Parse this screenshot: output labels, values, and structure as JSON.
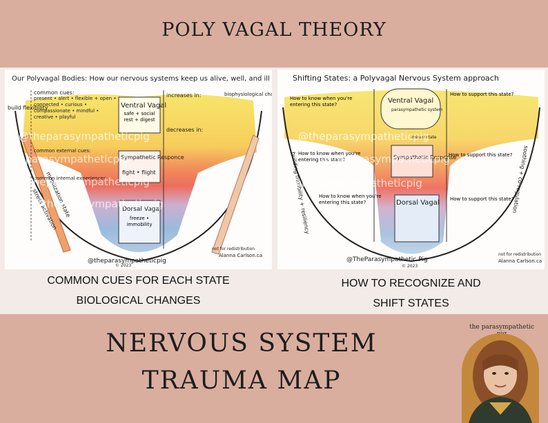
{
  "header": {
    "title": "POLY VAGAL THEORY"
  },
  "left_card": {
    "title": "Our Polyvagal Bodies: How our nervous systems keep us alive, well, and ill",
    "build_flexibility": "build flexibility",
    "stress_activation": "stress activation",
    "mobilization_state": "mobilization state",
    "ventral": {
      "name": "Ventral Vagal",
      "desc": "safe + social rest + digest"
    },
    "sympathetic": {
      "name": "Sympathetic Responce",
      "desc": "fight • flight"
    },
    "dorsal": {
      "name": "Dorsal Vagal",
      "desc": "freeze • immobility"
    },
    "biophysiological": "biophysiological changes",
    "increases_in": "increases in:",
    "decreases_in": "decreases in:",
    "common_cues_heading": "common cues:",
    "common_cues": "present • alert • flexible + open • connected • curious • compassionate • mindful • creative • playful",
    "external_cues": "common external cues:",
    "internal_cues": "common internal experiences:",
    "handle": "@theparasympatheticpig",
    "author": "Alanna Carlson.ca",
    "notice": "not for redistribution",
    "year": "© 2023"
  },
  "right_card": {
    "title": "Shifting States: a Polyvagal Nervous System approach",
    "ventral": {
      "name": "Ventral Vagal",
      "desc": "parasympathetic system"
    },
    "sympathetic": {
      "name": "Sympathetic Response"
    },
    "dorsal": {
      "name": "Dorsal Vagal"
    },
    "q_know_ventral": "How to know when you're entering this state?",
    "q_support": "How to support this state?",
    "q_know_symp": "How to know when you're entering this state?",
    "q_know_dorsal": "How to know when you're entering this state?",
    "mixed_state": "mixed state",
    "flexibility": "building flexibility + resiliency",
    "soothing": "soothing + co-regulation",
    "handle": "@TheParasympathetic Pig",
    "author": "Alanna Carlson.ca",
    "notice": "not for redistribution",
    "year": "© 2023"
  },
  "watermark": "@theparasympatheticpig",
  "captions": {
    "left_line1": "COMMON CUES FOR EACH STATE",
    "left_line2": "BIOLOGICAL CHANGES",
    "right_line1": "HOW TO RECOGNIZE AND",
    "right_line2": "SHIFT STATES"
  },
  "footer": {
    "title_line1": "NERVOUS SYSTEM",
    "title_line2": "TRAUMA MAP",
    "brand": "the parasympathetic pig"
  },
  "colors": {
    "ventral_yellow": "#f4e04a",
    "sympathetic_red": "#ee5a4a",
    "dorsal_blue": "#9bb8d8",
    "band_pink": "#d9ae9e"
  }
}
